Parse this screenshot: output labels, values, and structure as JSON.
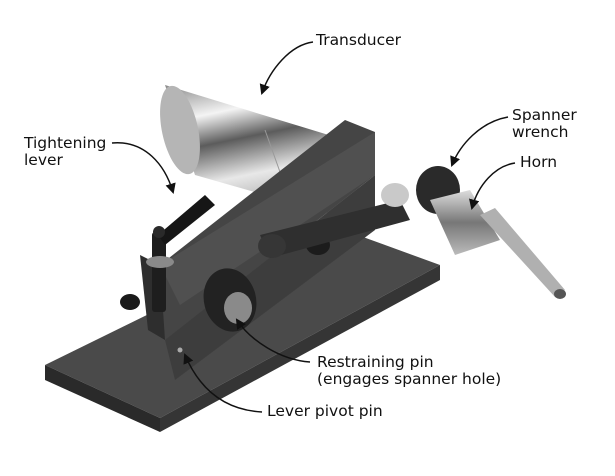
{
  "figure": {
    "subject": "Ultrasonic transducer horn tightening fixture",
    "colors": {
      "background": "#ffffff",
      "base": "#3e3e3e",
      "steel": "#c8c8c8",
      "text": "#111111"
    },
    "labels": [
      {
        "id": "transducer",
        "text": "Transducer"
      },
      {
        "id": "spanner-wrench",
        "text": "Spanner\nwrench"
      },
      {
        "id": "horn",
        "text": "Horn"
      },
      {
        "id": "tightening-lever",
        "text": "Tightening\nlever"
      },
      {
        "id": "restraining-pin",
        "text": "Restraining pin\n(engages spanner hole)"
      },
      {
        "id": "lever-pivot-pin",
        "text": "Lever pivot pin"
      }
    ]
  }
}
